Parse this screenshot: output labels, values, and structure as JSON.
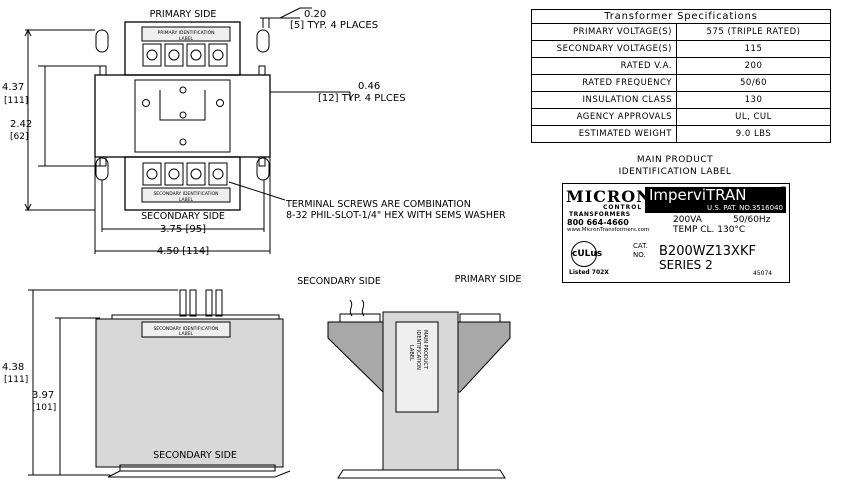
{
  "top_view": {
    "primary_side": "PRIMARY SIDE",
    "secondary_side": "SECONDARY SIDE",
    "dim_020": "0.20",
    "dim_020_note": "[5] TYP. 4 PLACES",
    "dim_046": "0.46",
    "dim_046_note": "[12] TYP. 4 PLCES",
    "dim_437": "4.37",
    "dim_437_mm": "[111]",
    "dim_242": "2.42",
    "dim_242_mm": "[62]",
    "dim_375": "3.75 [95]",
    "dim_450": "4.50 [114]",
    "primary_label": "PRIMARY IDENTIFICATION",
    "label_word": "LABEL",
    "secondary_label": "SECONDARY IDENTIFICATION",
    "terminal_note_1": "TERMINAL SCREWS ARE COMBINATION",
    "terminal_note_2": "8-32 PHIL-SLOT-1/4\" HEX WITH SEMS WASHER"
  },
  "front_view": {
    "dim_438": "4.38",
    "dim_438_mm": "[111]",
    "dim_397": "3.97",
    "dim_397_mm": "[101]",
    "secondary_side": "SECONDARY SIDE",
    "secondary_label": "SECONDARY IDENTIFICATION",
    "label_word": "LABEL"
  },
  "side_view": {
    "secondary_side": "SECONDARY SIDE",
    "primary_side": "PRIMARY SIDE",
    "label_1": "MAIN PRODUCT",
    "label_2": "IDENTIFICATION",
    "label_3": "LABEL"
  },
  "spec_table": {
    "title": "Transformer Specifications",
    "rows": [
      {
        "key": "PRIMARY VOLTAGE(S)",
        "value": "575 (TRIPLE RATED)"
      },
      {
        "key": "SECONDARY VOLTAGE(S)",
        "value": "115"
      },
      {
        "key": "RATED V.A.",
        "value": "200"
      },
      {
        "key": "RATED FREQUENCY",
        "value": "50/60"
      },
      {
        "key": "INSULATION CLASS",
        "value": "130"
      },
      {
        "key": "AGENCY APPROVALS",
        "value": "UL, CUL"
      },
      {
        "key": "ESTIMATED WEIGHT",
        "value": "9.0 LBS"
      }
    ]
  },
  "product_label": {
    "caption_1": "MAIN PRODUCT",
    "caption_2": "IDENTIFICATION LABEL",
    "brand": "MICRON",
    "brand_control": "CONTROL",
    "brand_transformers": "TRANSFORMERS",
    "phone": "800 664-4660",
    "url": "www.MicronTransformers.com",
    "product_name": "ImperviTRAN",
    "registered": "®",
    "patent": "U.S. PAT. NO.3516040",
    "va": "200VA",
    "hz": "50/60Hz",
    "temp": "TEMP CL. 130°C",
    "ul_mark": "cULus",
    "listed": "Listed 702X",
    "cat": "CAT.",
    "no": "NO.",
    "part_number": "B200WZ13XKF",
    "series": "SERIES 2",
    "code": "45074"
  }
}
